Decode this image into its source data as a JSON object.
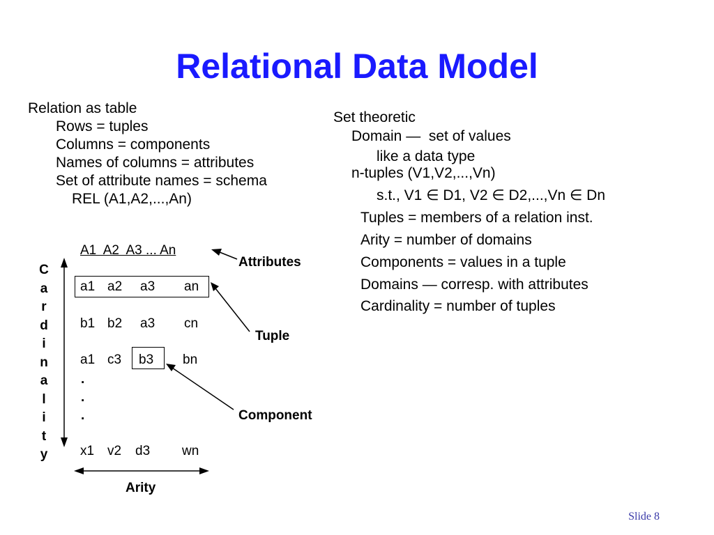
{
  "title": "Relational Data Model",
  "left": {
    "heading": "Relation as table",
    "items": [
      "Rows = tuples",
      "Columns = components",
      "Names of columns = attributes",
      "Set of attribute names = schema"
    ],
    "schema_example": "REL (A1,A2,...,An)"
  },
  "table": {
    "header": "A1  A2  A3 ... An",
    "rows": [
      [
        "a1",
        "a2",
        "a3",
        "an"
      ],
      [
        "b1",
        "b2",
        "a3",
        "cn"
      ],
      [
        "a1",
        "c3",
        "b3",
        "bn"
      ],
      [
        "x1",
        "v2",
        "d3",
        "wn"
      ]
    ],
    "dots": [
      ".",
      ".",
      "."
    ]
  },
  "labels": {
    "attributes": "Attributes",
    "tuple": "Tuple",
    "component": "Component",
    "arity": "Arity",
    "cardinality": [
      "C",
      "a",
      "r",
      "d",
      "i",
      "n",
      "a",
      "l",
      "i",
      "t",
      "y"
    ]
  },
  "right": {
    "heading": "Set theoretic",
    "domain_def": "Domain —  set of values",
    "domain_note": "like a data type",
    "ntuples": "n-tuples (V1,V2,...,Vn)",
    "st": "s.t., V1 ∈ D1, V2 ∈ D2,...,Vn ∈ Dn",
    "items": [
      "Tuples = members of a relation inst.",
      "Arity = number of domains",
      "Components = values in a tuple",
      "Domains — corresp. with attributes",
      "Cardinality = number of tuples"
    ]
  },
  "footer": "Slide 8"
}
